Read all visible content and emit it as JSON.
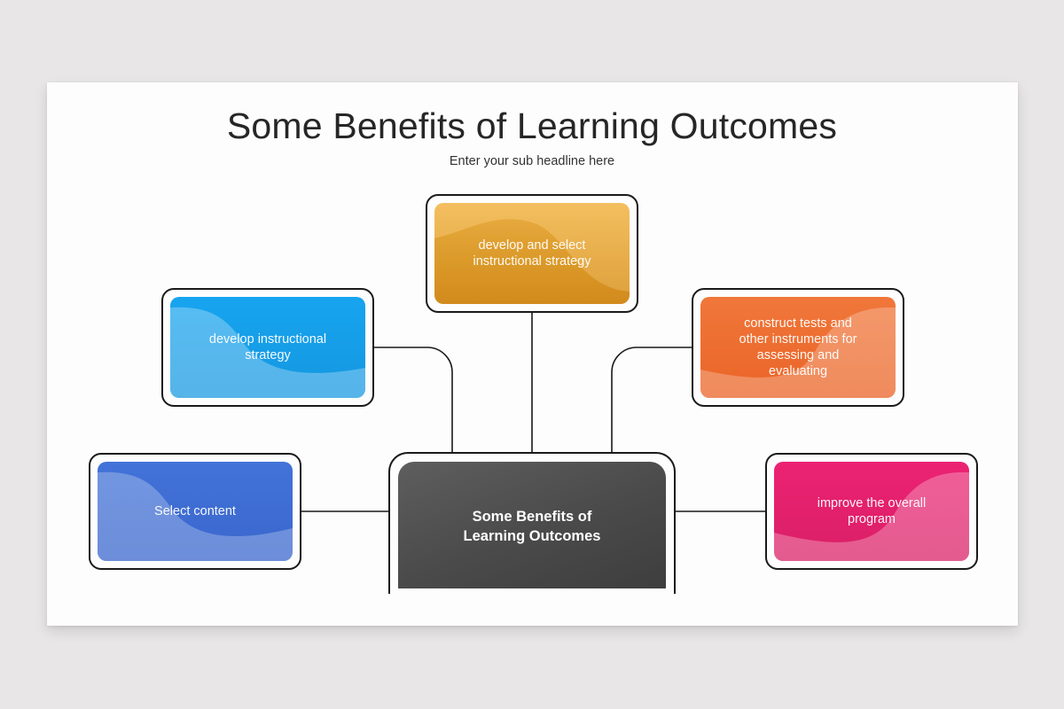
{
  "slide": {
    "title": "Some Benefits of Learning Outcomes",
    "subtitle": "Enter your sub headline here",
    "background_color": "#e8e6e7",
    "canvas_color": "#fdfdfd"
  },
  "center": {
    "label": "Some Benefits of\nLearning Outcomes",
    "line1": "Some Benefits of",
    "line2": "Learning Outcomes",
    "color": "#4a4a4a"
  },
  "nodes": [
    {
      "id": "top",
      "label": "develop and select instructional strategy",
      "lines": [
        "develop and select",
        "instructional strategy"
      ],
      "color_dark": "#dc9320",
      "color_light": "#f6bf55"
    },
    {
      "id": "upper-left",
      "label": "develop instructional strategy",
      "lines": [
        "develop instructional",
        "strategy"
      ],
      "color_dark": "#1a9be0",
      "color_light": "#5cb8ec"
    },
    {
      "id": "upper-right",
      "label": "construct tests and other instruments for assessing and evaluating",
      "lines": [
        "construct tests and",
        "other instruments for",
        "assessing and",
        "evaluating"
      ],
      "color_dark": "#ec6526",
      "color_light": "#f5956a"
    },
    {
      "id": "lower-left",
      "label": "Select content",
      "lines": [
        "Select content"
      ],
      "color_dark": "#3f6bd4",
      "color_light": "#7392dd"
    },
    {
      "id": "lower-right",
      "label": "improve the overall program",
      "lines": [
        "improve the overall",
        "program"
      ],
      "color_dark": "#e6206f",
      "color_light": "#ec6a9c"
    }
  ],
  "connector_color": "#1a1a1a"
}
